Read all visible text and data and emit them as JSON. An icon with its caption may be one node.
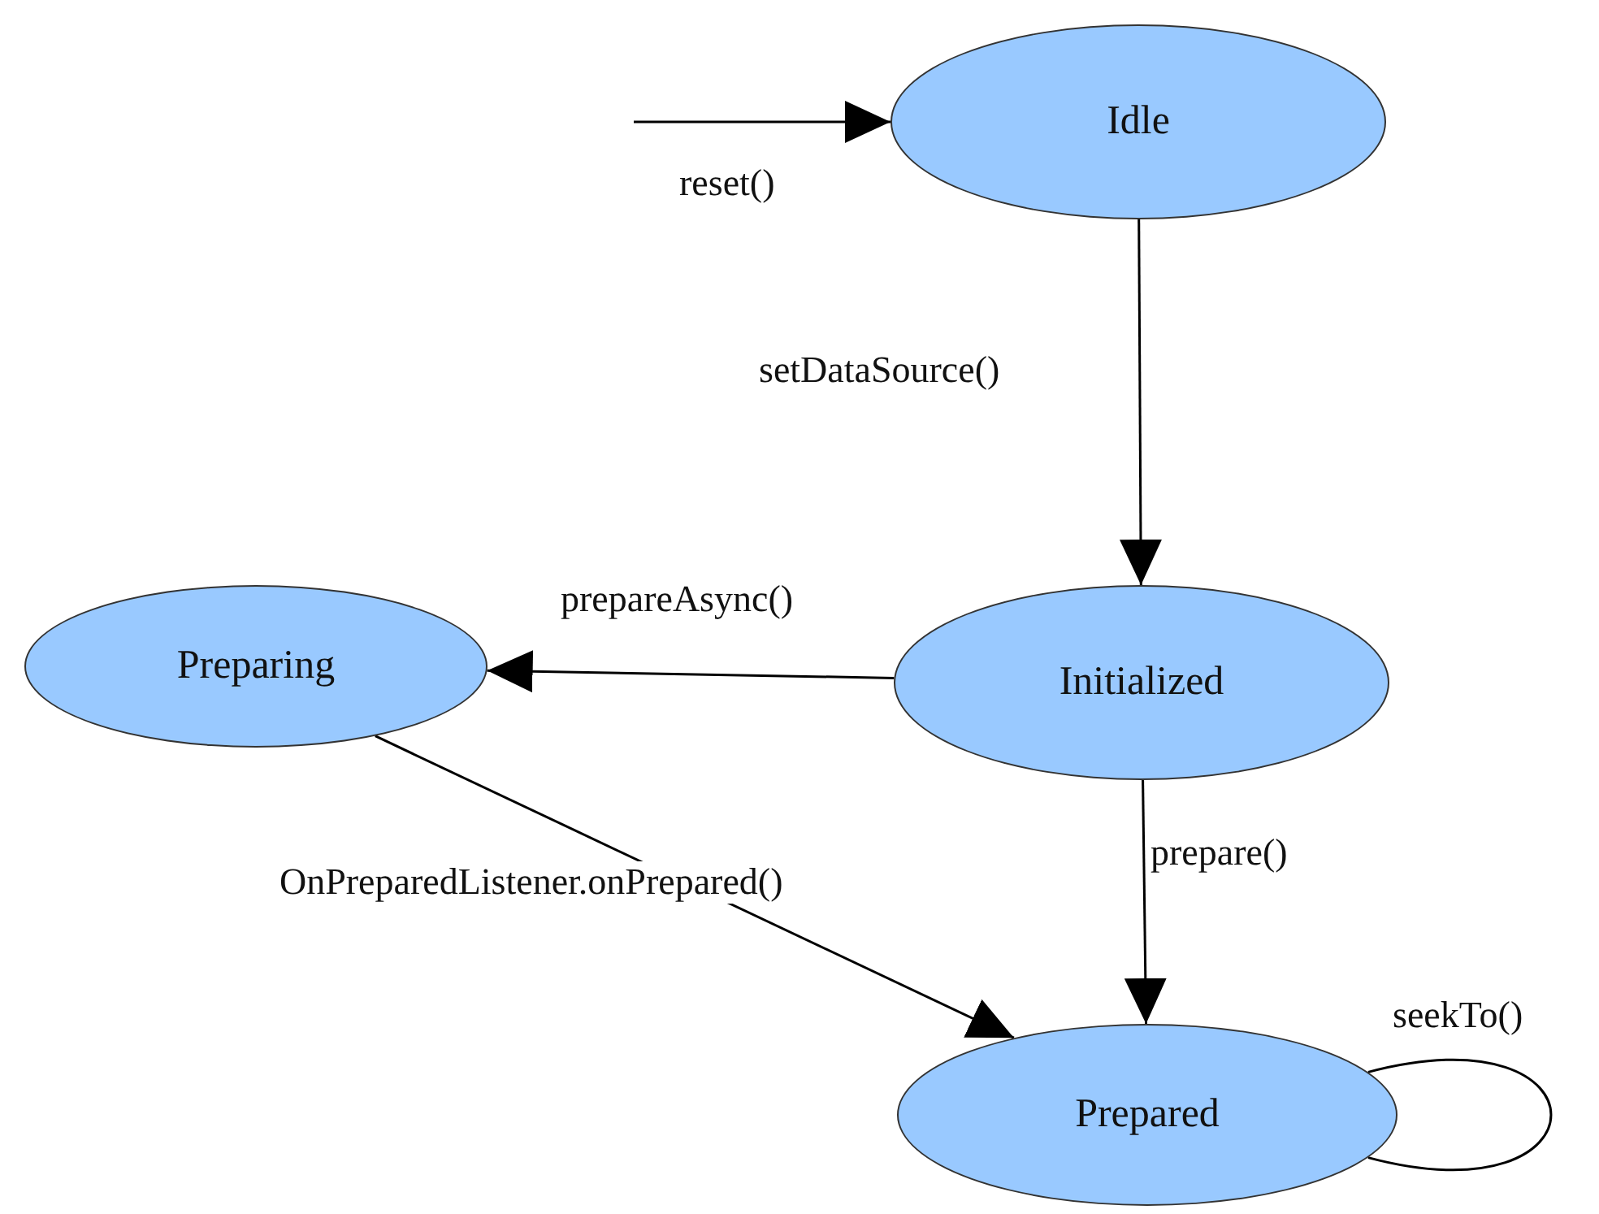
{
  "diagram": {
    "nodes": [
      {
        "text": [
          "Idle"
        ]
      },
      {
        "text": [
          "Initialized"
        ]
      },
      {
        "text": [
          "Preparing"
        ]
      },
      {
        "text": [
          "Prepared"
        ]
      }
    ],
    "edges": [
      {
        "from": null,
        "to": 0,
        "arrow": "to",
        "label": "reset()"
      },
      {
        "from": 0,
        "to": 1,
        "arrow": "to",
        "label": "setDataSource()"
      },
      {
        "from": 1,
        "to": 2,
        "arrow": "to",
        "label": "prepareAsync()"
      },
      {
        "from": 1,
        "to": 3,
        "arrow": "to",
        "label": "prepare()"
      },
      {
        "from": 2,
        "to": 3,
        "arrow": "to",
        "label": "OnPreparedListener.onPrepared()"
      },
      {
        "from": 3,
        "to": 3,
        "arrow": "none",
        "label": "seekTo()"
      }
    ]
  }
}
